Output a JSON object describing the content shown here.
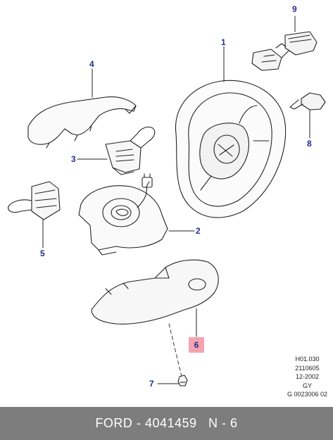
{
  "callouts": {
    "c1": "1",
    "c2": "2",
    "c3": "3",
    "c4": "4",
    "c5": "5",
    "c6": "6",
    "c7": "7",
    "c8": "8",
    "c9": "9"
  },
  "ref_codes": [
    "H01.030",
    "2110605",
    "12-2002",
    "GY",
    "G 0023006 02"
  ],
  "footer": {
    "brand": "FORD",
    "separator": " - ",
    "part_number": "4041459",
    "spacer": "   ",
    "page": "N - 6"
  },
  "colors": {
    "line": "#222222",
    "callout": "#1f2f8f",
    "highlight": "#f4a3b1",
    "footer_bg": "#7d7d7d",
    "footer_text": "#ffffff"
  }
}
